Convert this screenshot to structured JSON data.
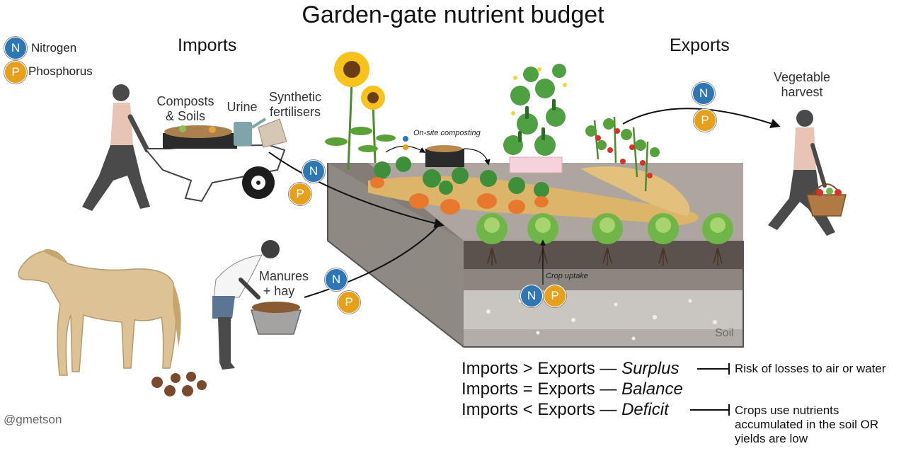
{
  "title": "Garden-gate nutrient budget",
  "legend": {
    "nitrogen": {
      "symbol": "N",
      "label": "Nitrogen",
      "color": "#2f77b4"
    },
    "phosphorus": {
      "symbol": "P",
      "label": "Phosphorus",
      "color": "#e6a019"
    }
  },
  "imports": {
    "heading": "Imports",
    "composts": "Composts & Soils",
    "urine": "Urine",
    "synthetic": "Synthetic fertilisers",
    "manures": "Manures + hay"
  },
  "exports": {
    "heading": "Exports",
    "harvest": "Vegetable harvest"
  },
  "onsite_composting": "On-site composting",
  "crop_uptake": "Crop uptake",
  "soil": "Soil",
  "equations": [
    {
      "lhs": "Imports > Exports",
      "result": "Surplus",
      "consequence": "Risk of losses to air or water"
    },
    {
      "lhs": "Imports = Exports",
      "result": "Balance",
      "consequence": ""
    },
    {
      "lhs": "Imports < Exports",
      "result": "Deficit",
      "consequence": "Crops use nutrients accumulated  in the soil OR yields are low"
    }
  ],
  "credit": "@gmetson"
}
